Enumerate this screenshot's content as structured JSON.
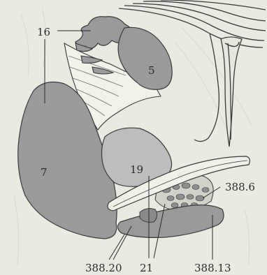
{
  "labels": {
    "l16": "16",
    "l5": "5",
    "l7": "7",
    "l19": "19",
    "l388_6": "388.6",
    "l388_20": "388.20",
    "l21": "21",
    "l388_13": "388.13"
  },
  "colors": {
    "background": "#ebeae2",
    "structure_dark": "#9a9a9a",
    "structure_light": "#bdbdbd",
    "structure_pale": "#e2e1da",
    "outline": "#3a3a3a"
  }
}
